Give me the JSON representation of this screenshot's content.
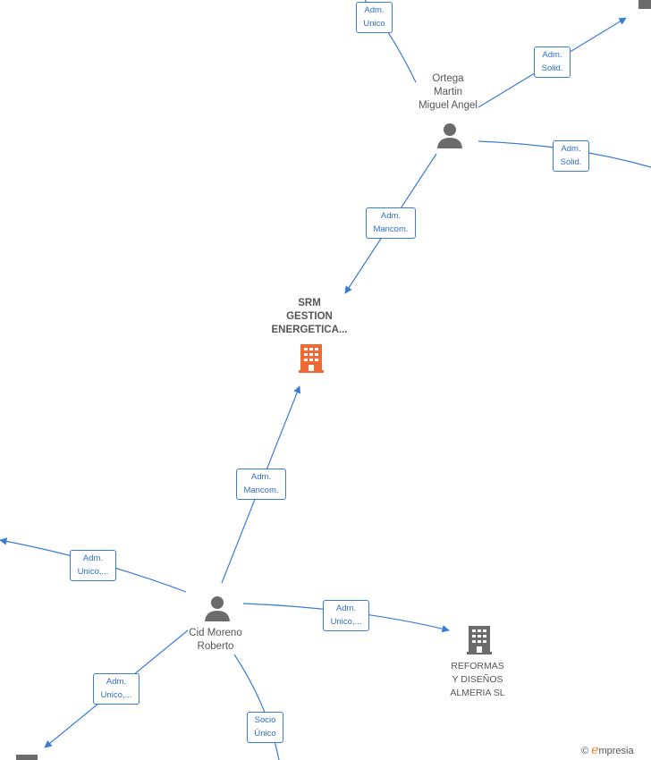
{
  "nodes": {
    "ortega": {
      "lines": [
        "Ortega",
        "Martin",
        "Miguel Angel"
      ]
    },
    "srm": {
      "lines": [
        "SRM",
        "GESTION",
        "ENERGETICA..."
      ]
    },
    "cid": {
      "lines": [
        "Cid Moreno",
        "Roberto"
      ]
    },
    "reformas": {
      "lines": [
        "REFORMAS",
        "Y DISEÑOS",
        "ALMERIA SL"
      ]
    }
  },
  "badges": {
    "b1": [
      "Adm.",
      "Unico"
    ],
    "b2": [
      "Adm.",
      "Solid."
    ],
    "b3": [
      "Adm.",
      "Solid."
    ],
    "b4": [
      "Adm.",
      "Mancom."
    ],
    "b5": [
      "Adm.",
      "Mancom."
    ],
    "b6": [
      "Adm.",
      "Unico,..."
    ],
    "b7": [
      "Adm.",
      "Unico,..."
    ],
    "b8": [
      "Adm.",
      "Unico,..."
    ],
    "b9": [
      "Socio",
      "Único"
    ]
  },
  "colors": {
    "edge": "#3a7bd5",
    "person": "#6b6b6b",
    "company_main": "#f06a35",
    "company": "#6b6b6b"
  },
  "watermark": {
    "symbol": "©",
    "brand_initial": "e",
    "brand_rest": "mpresia"
  }
}
